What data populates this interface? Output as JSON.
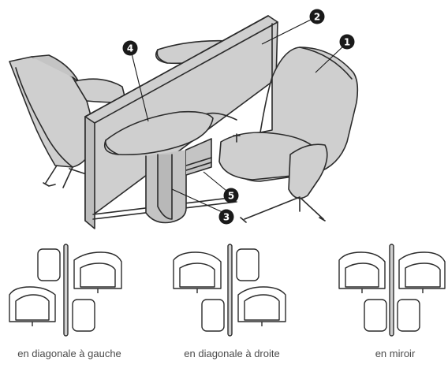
{
  "callouts": {
    "c1": "1",
    "c2": "2",
    "c3": "3",
    "c4": "4",
    "c5": "5"
  },
  "layouts": [
    {
      "caption": "en diagonale à gauche"
    },
    {
      "caption": "en diagonale à droite"
    },
    {
      "caption": "en miroir"
    }
  ],
  "colors": {
    "fill": "#cfcfcf",
    "outline": "#2b2b2b",
    "callout": "#1a1a1a",
    "caption": "#4a4a4a"
  }
}
